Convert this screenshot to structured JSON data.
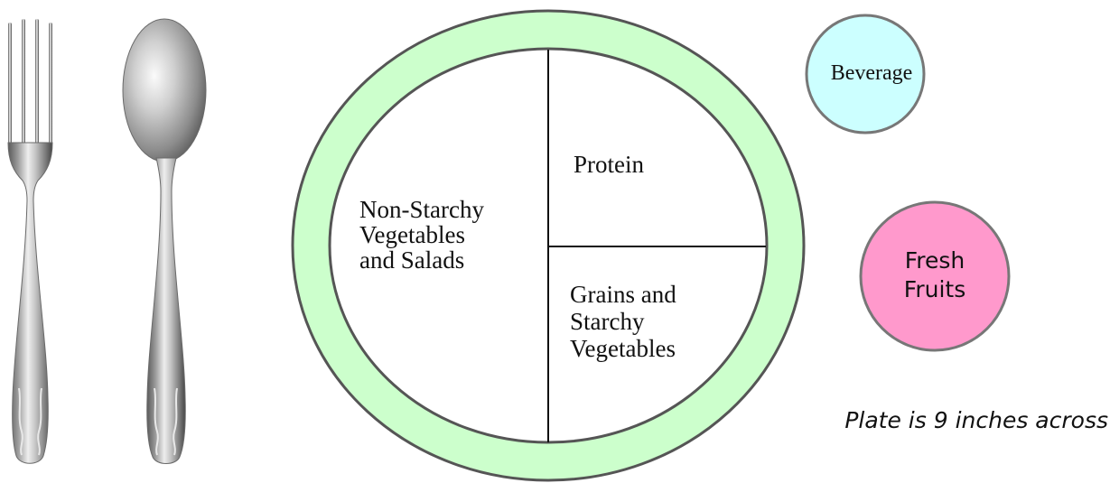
{
  "plate": {
    "sections": {
      "protein": "Protein",
      "vegetables": "Non-Starchy\nVegetables\nand Salads",
      "grains": "Grains and\nStarchy\nVegetables"
    },
    "rim_color": "#ccffcc",
    "center_color": "#ffffff",
    "outline_color": "#555555"
  },
  "side_items": {
    "beverage": {
      "label": "Beverage",
      "color": "#ccffff"
    },
    "fruits": {
      "label": "Fresh\nFruits",
      "color": "#ff99cc"
    }
  },
  "caption": "Plate is 9 inches across",
  "cutlery": {
    "fork": "fork-icon",
    "spoon": "spoon-icon"
  }
}
